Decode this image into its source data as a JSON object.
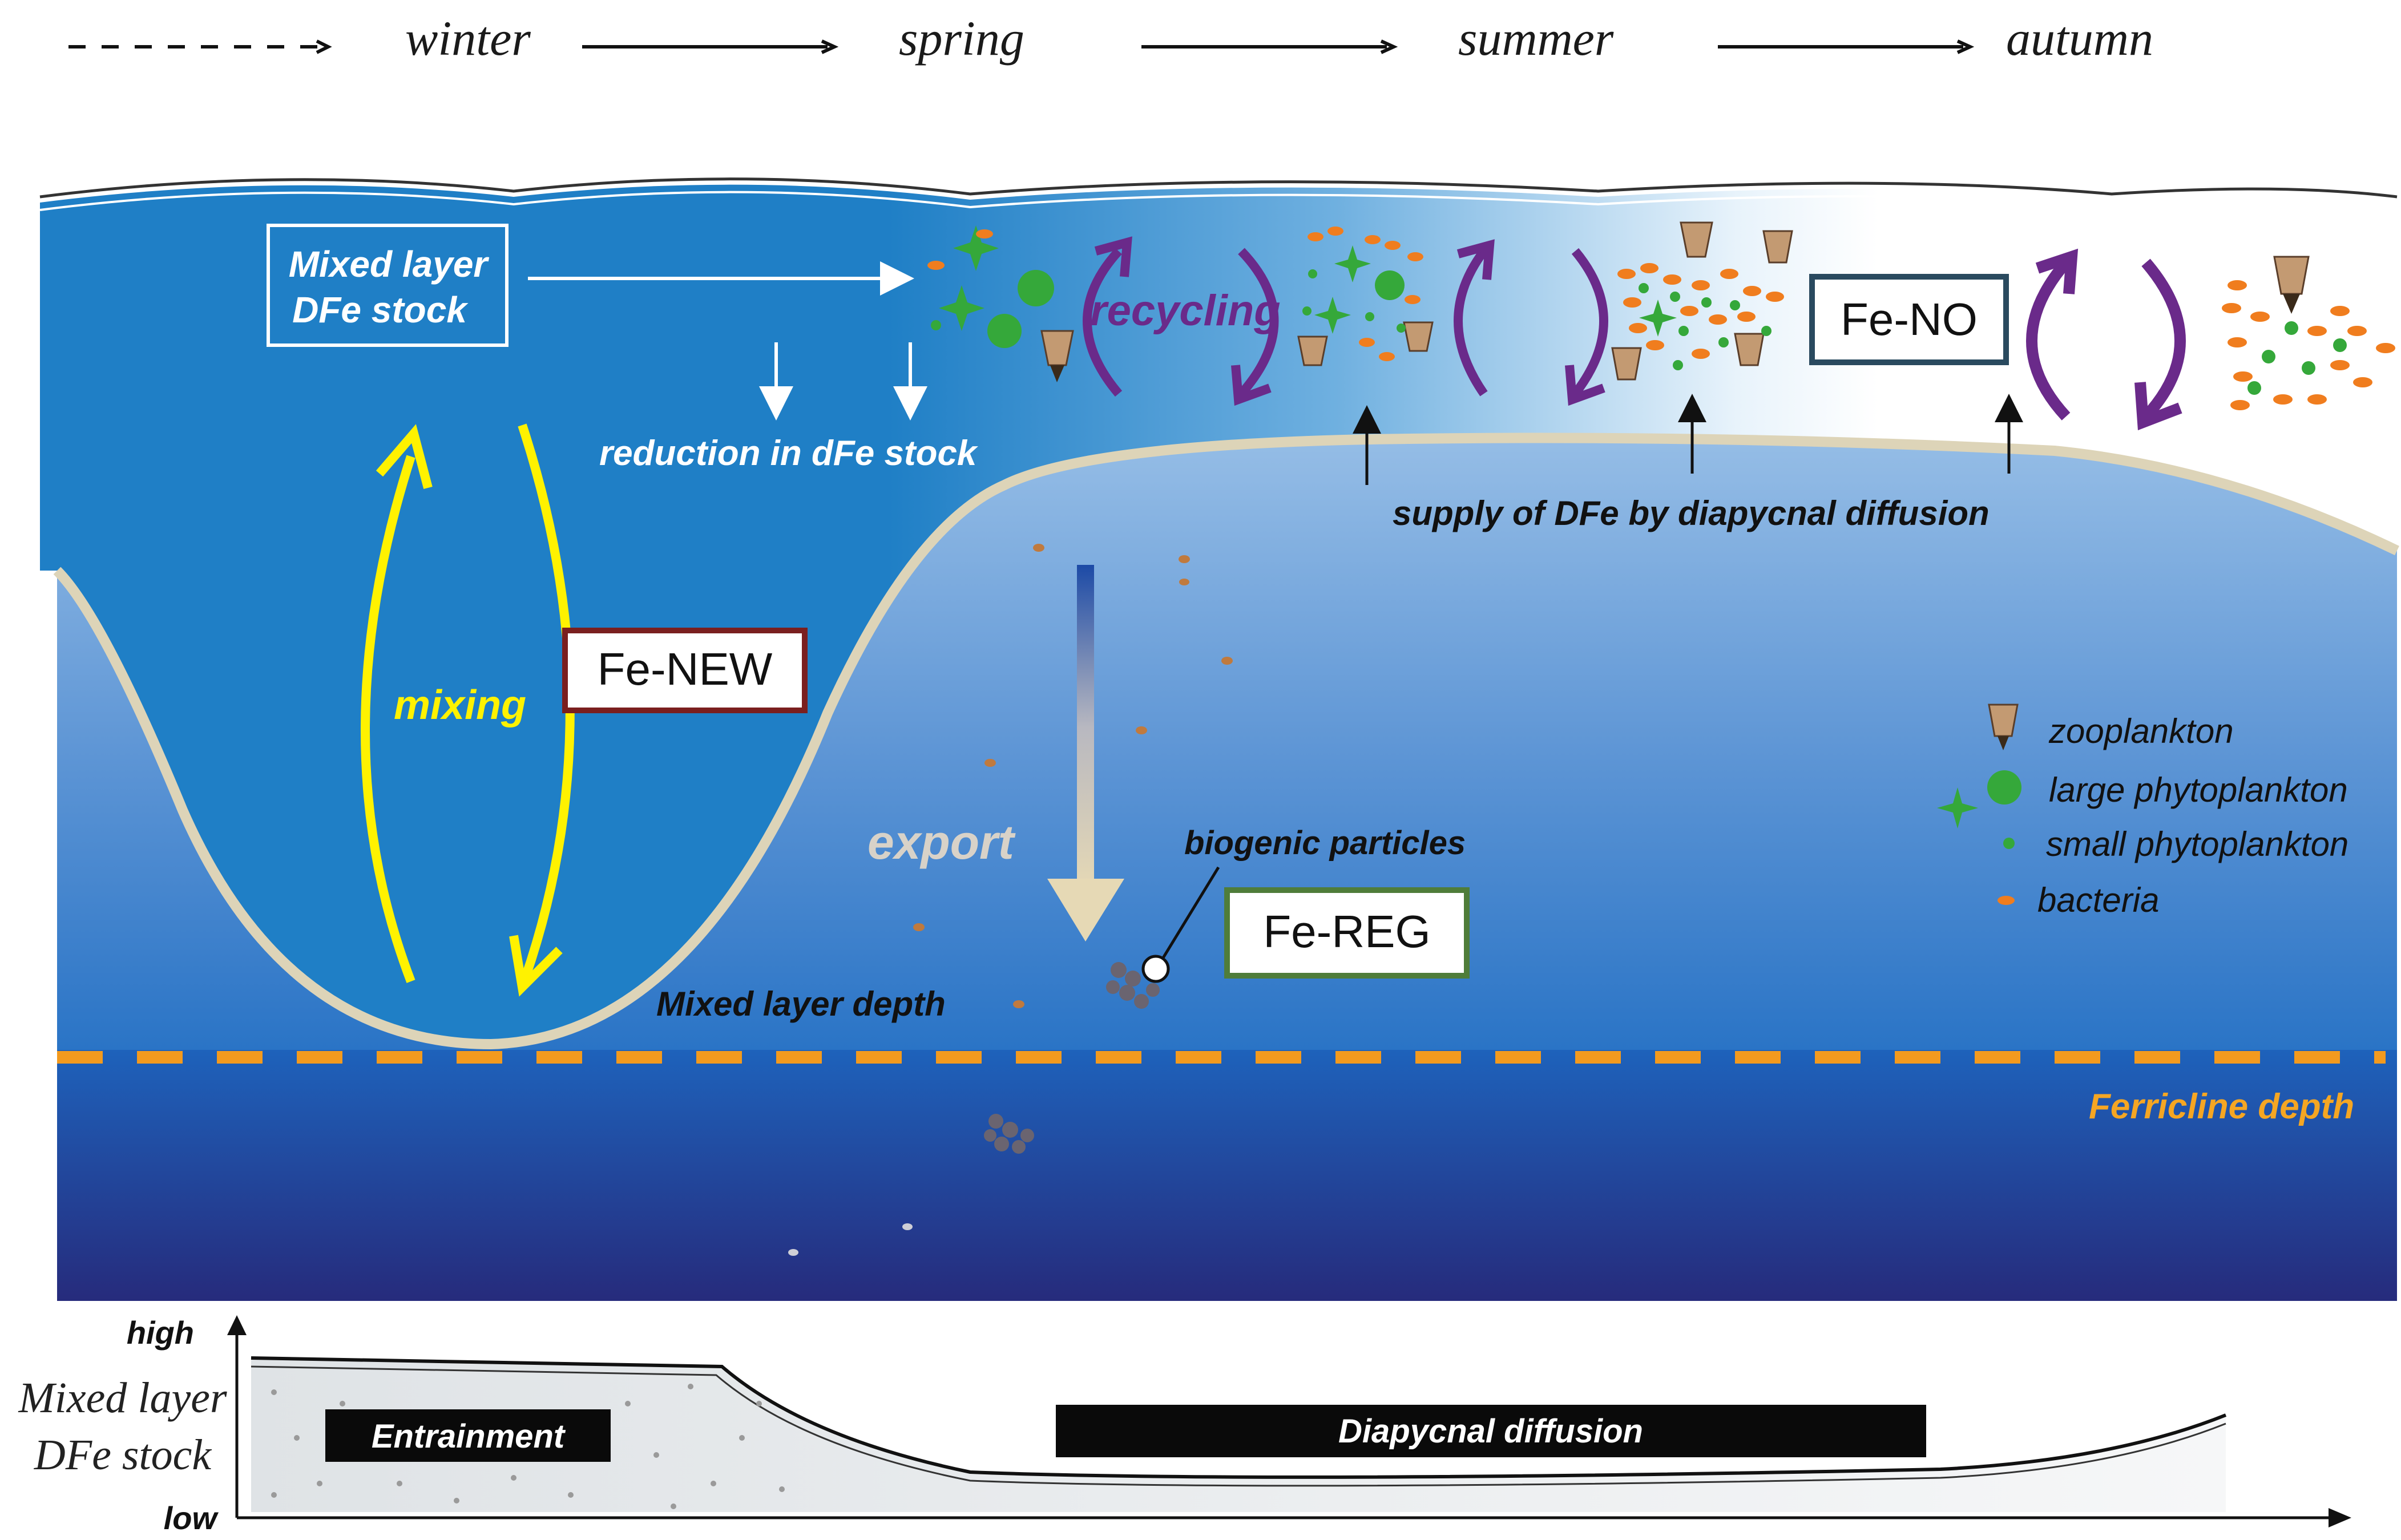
{
  "seasons": [
    "winter",
    "spring",
    "summer",
    "autumn"
  ],
  "boxes": {
    "mixed_layer_line1": "Mixed layer",
    "mixed_layer_line2": "DFe stock",
    "fe_new": "Fe-NEW",
    "fe_reg": "Fe-REG",
    "fe_no": "Fe-NO"
  },
  "labels": {
    "reduction": "reduction in dFe stock",
    "recycling": "recycling",
    "mixing": "mixing",
    "export": "export",
    "supply": "supply of DFe by diapycnal diffusion",
    "biogenic": "biogenic particles",
    "mld": "Mixed layer depth",
    "ferricline": "Ferricline depth"
  },
  "legend": {
    "zooplankton": "zooplankton",
    "large_phyto": "large phytoplankton",
    "small_phyto": "small phytoplankton",
    "bacteria": "bacteria"
  },
  "bottom_panel": {
    "axis_high": "high",
    "axis_low": "low",
    "ylabel_line1": "Mixed layer",
    "ylabel_line2": "DFe stock",
    "entrainment": "Entrainment",
    "diapycnal": "Diapycnal diffusion"
  },
  "colors": {
    "deep_blue": "#1f7fc6",
    "abyss": "#252a78",
    "yellow": "#fff200",
    "purple": "#6a2a8a",
    "orange": "#f5a623",
    "fe_new_border": "#7a1f1f",
    "fe_reg_border": "#4f7d3a",
    "fe_no_border": "#2a4a5f"
  }
}
